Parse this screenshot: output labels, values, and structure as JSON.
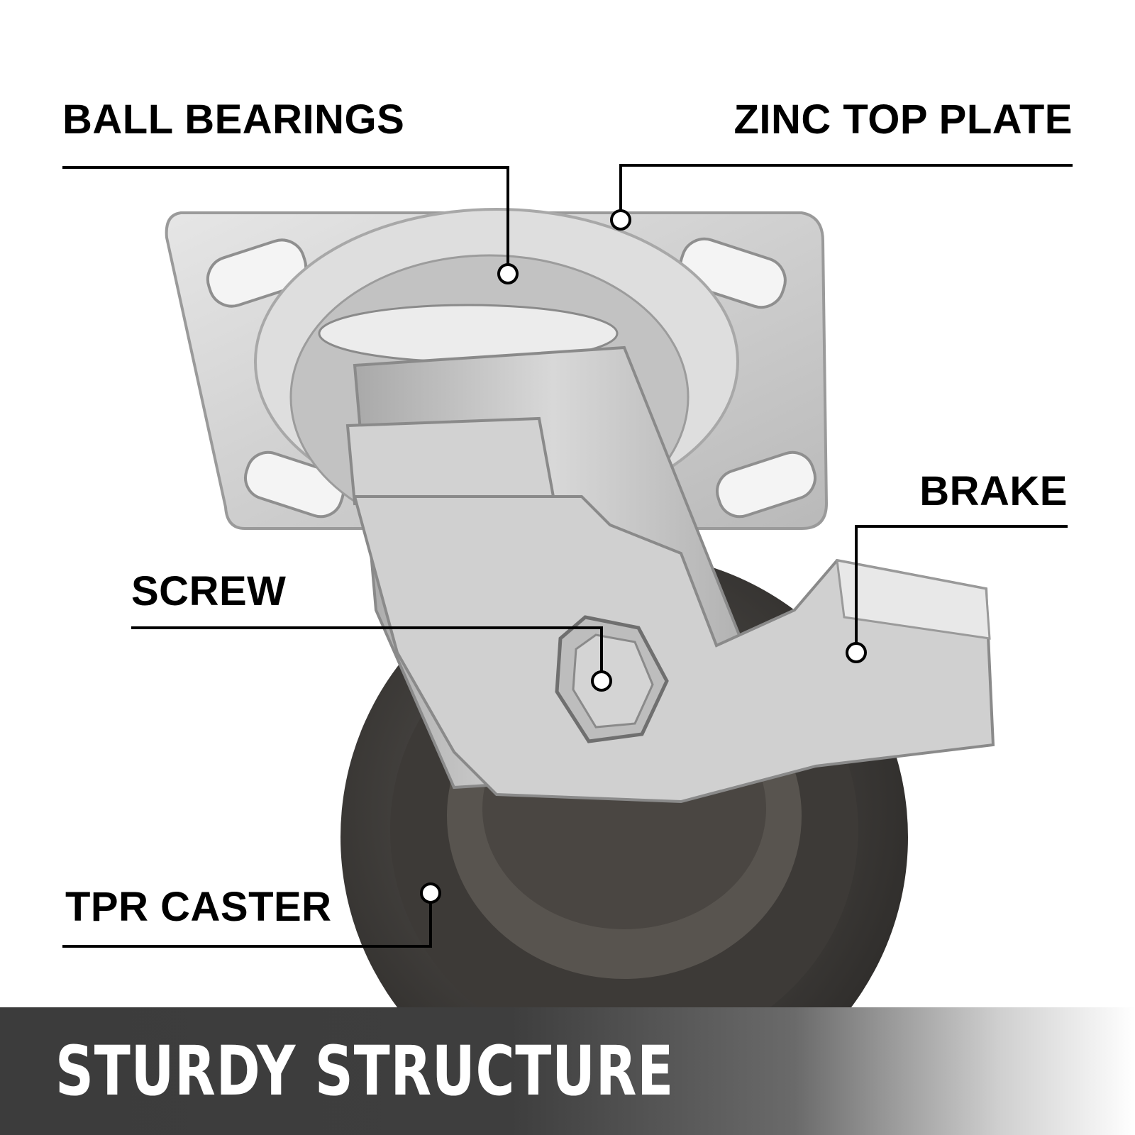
{
  "callouts": {
    "ball_bearings": "BALL BEARINGS",
    "zinc_top_plate": "ZINC TOP PLATE",
    "brake": "BRAKE",
    "screw": "SCREW",
    "tpr_caster": "TPR CASTER"
  },
  "banner": {
    "title": "STURDY STRUCTURE"
  },
  "colors": {
    "background": "#ffffff",
    "text": "#000000",
    "banner_dark": "#3c3c3c",
    "banner_text": "#ffffff",
    "metal": "#c8c8c8",
    "wheel": "#4a4744"
  }
}
